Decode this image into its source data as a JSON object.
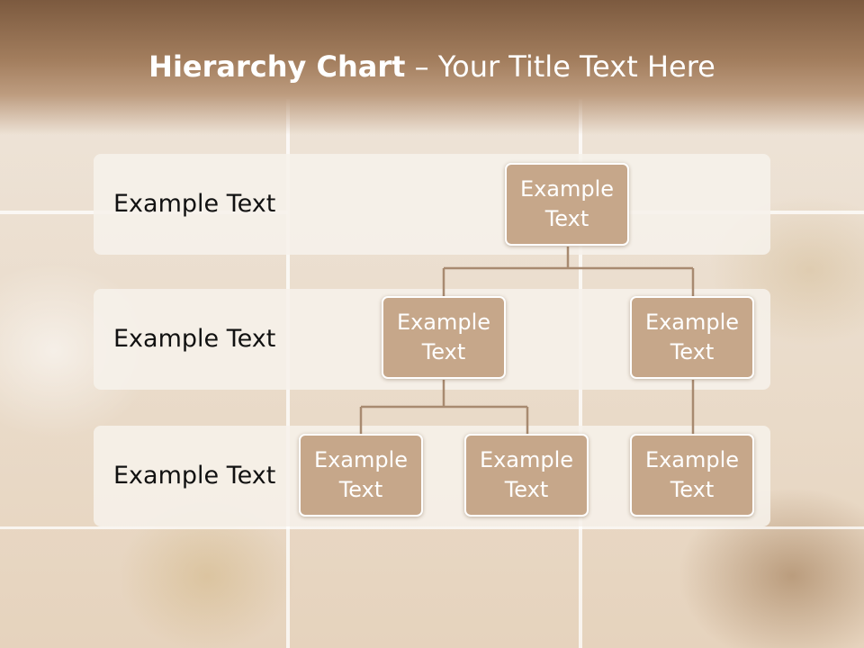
{
  "slide": {
    "title_bold": "Hierarchy Chart",
    "title_rest": " – Your Title Text Here"
  },
  "levels": [
    {
      "label": "Example Text"
    },
    {
      "label": "Example Text"
    },
    {
      "label": "Example Text"
    }
  ],
  "nodes": {
    "root": {
      "line1": "Example",
      "line2": "Text"
    },
    "level2_left": {
      "line1": "Example",
      "line2": "Text"
    },
    "level2_right": {
      "line1": "Example",
      "line2": "Text"
    },
    "level3_a": {
      "line1": "Example",
      "line2": "Text"
    },
    "level3_b": {
      "line1": "Example",
      "line2": "Text"
    },
    "level3_c": {
      "line1": "Example",
      "line2": "Text"
    }
  },
  "colors": {
    "node_fill": "#c6a78a",
    "node_border": "#ffffff",
    "connector": "#a88a70",
    "title_bar": "#8f6b4d",
    "band": "#f6f1eb"
  }
}
